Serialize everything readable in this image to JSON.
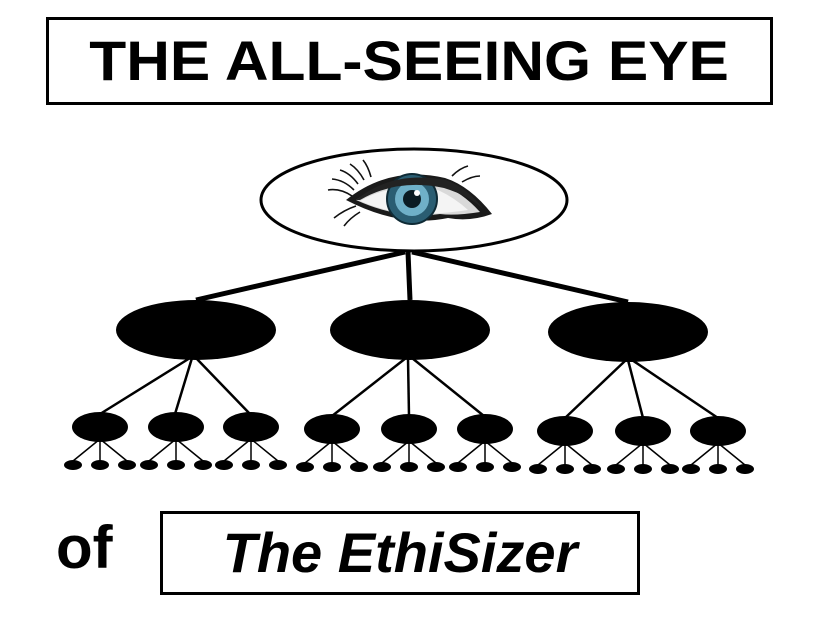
{
  "title": "THE ALL-SEEING EYE",
  "of_label": "of",
  "subtitle": "The EthiSizer",
  "colors": {
    "ink": "#000000",
    "background": "#ffffff",
    "iris_outer": "#2a5d72",
    "iris_inner": "#6fb0c8",
    "pupil": "#0b1c24"
  },
  "diagram": {
    "top_node": "eye-icon",
    "levels": [
      1,
      3,
      9,
      27
    ]
  }
}
